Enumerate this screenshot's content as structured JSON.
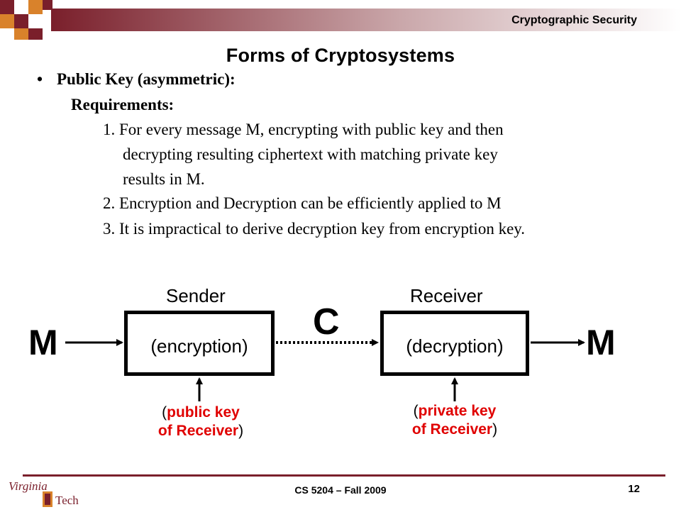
{
  "header": {
    "course_title": "Cryptographic Security"
  },
  "slide": {
    "title": "Forms of Cryptosystems",
    "bullet": "Public Key (asymmetric):",
    "requirements_label": "Requirements:",
    "items": [
      "1. For every message M, encrypting with public key and then",
      "decrypting resulting ciphertext with matching private key",
      "results in M.",
      "2. Encryption and Decryption can be efficiently applied to M",
      "3. It is impractical to derive decryption key from encryption key."
    ]
  },
  "diagram": {
    "sender": "Sender",
    "receiver": "Receiver",
    "encryption": "(encryption)",
    "decryption": "(decryption)",
    "message_in": "M",
    "message_out": "M",
    "ciphertext": "C",
    "public_key_line1": "public key",
    "public_key_line2": "of Receiver",
    "private_key_line1": "private key",
    "private_key_line2": "of Receiver",
    "open_paren": "(",
    "close_paren": ")"
  },
  "footer": {
    "course": "CS 5204 – Fall 2009",
    "page_number": "12",
    "logo_text_1": "Virginia",
    "logo_text_2": "Tech"
  },
  "colors": {
    "maroon": "#7a1f2b",
    "orange": "#d9822b",
    "key_red": "#e00000"
  }
}
